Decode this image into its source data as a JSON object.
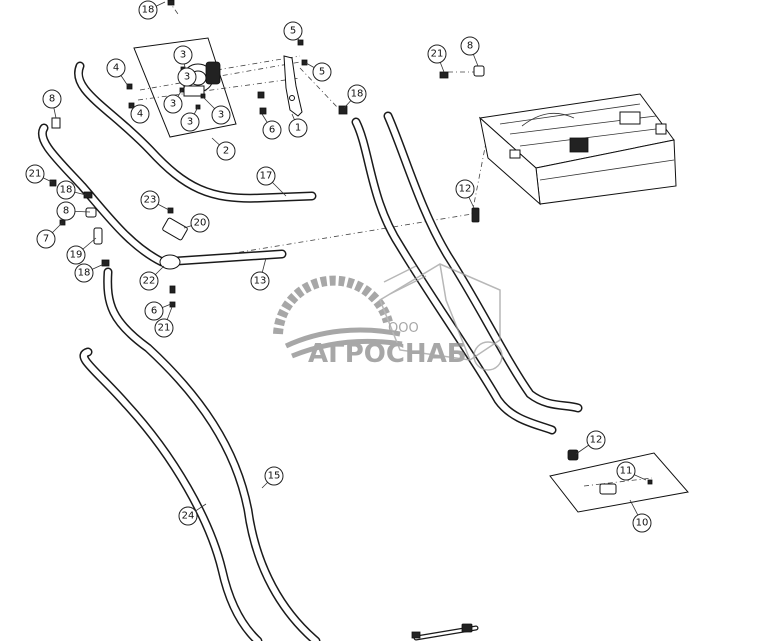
{
  "callouts": [
    "18",
    "5",
    "5",
    "3",
    "3",
    "3",
    "3",
    "3",
    "4",
    "4",
    "1",
    "6",
    "2",
    "21",
    "8",
    "18",
    "8",
    "21",
    "18",
    "8",
    "7",
    "19",
    "18",
    "23",
    "20",
    "22",
    "6",
    "21",
    "17",
    "13",
    "12",
    "12",
    "11",
    "10",
    "15",
    "24"
  ],
  "watermark": {
    "prefix": "ООО",
    "name": "АГРОСНАБ",
    "color": "#8a8a8a"
  },
  "colors": {
    "line": "#1a1a1a",
    "background": "#ffffff"
  }
}
